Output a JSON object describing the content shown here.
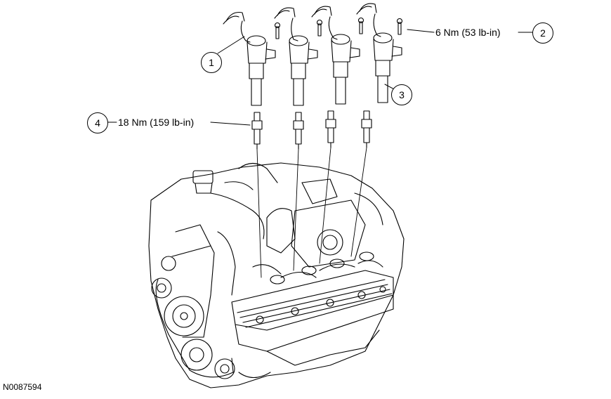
{
  "callouts": [
    {
      "num": "1",
      "text": ""
    },
    {
      "num": "2",
      "text": "6 Nm (53 lb-in)"
    },
    {
      "num": "3",
      "text": ""
    },
    {
      "num": "4",
      "text": "18 Nm (159 lb-in)"
    }
  ],
  "figure_id": "N0087594"
}
